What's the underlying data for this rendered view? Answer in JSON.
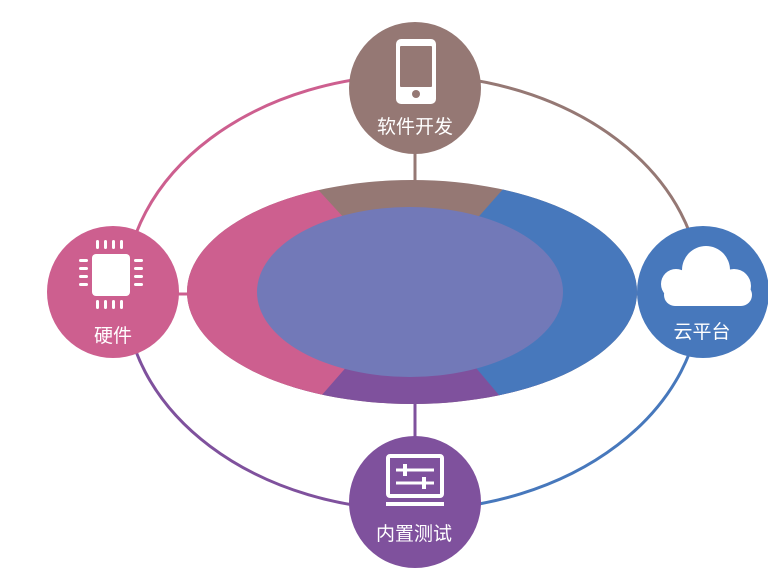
{
  "nodes": {
    "software": {
      "label": "软件开发",
      "icon": "smartphone-icon",
      "color": "#957874"
    },
    "hardware": {
      "label": "硬件",
      "icon": "cpu-chip-icon",
      "color": "#cd5f8f"
    },
    "cloud": {
      "label": "云平台",
      "icon": "cloud-icon",
      "color": "#4778bc"
    },
    "testing": {
      "label": "内置测试",
      "icon": "monitor-sliders-icon",
      "color": "#7f519d"
    }
  },
  "colors": {
    "ring_software": "#957874",
    "ring_hardware": "#cd5f8f",
    "ring_cloud": "#4778bc",
    "ring_testing": "#7f519d",
    "center": "#7279b8",
    "background": "#ffffff"
  }
}
